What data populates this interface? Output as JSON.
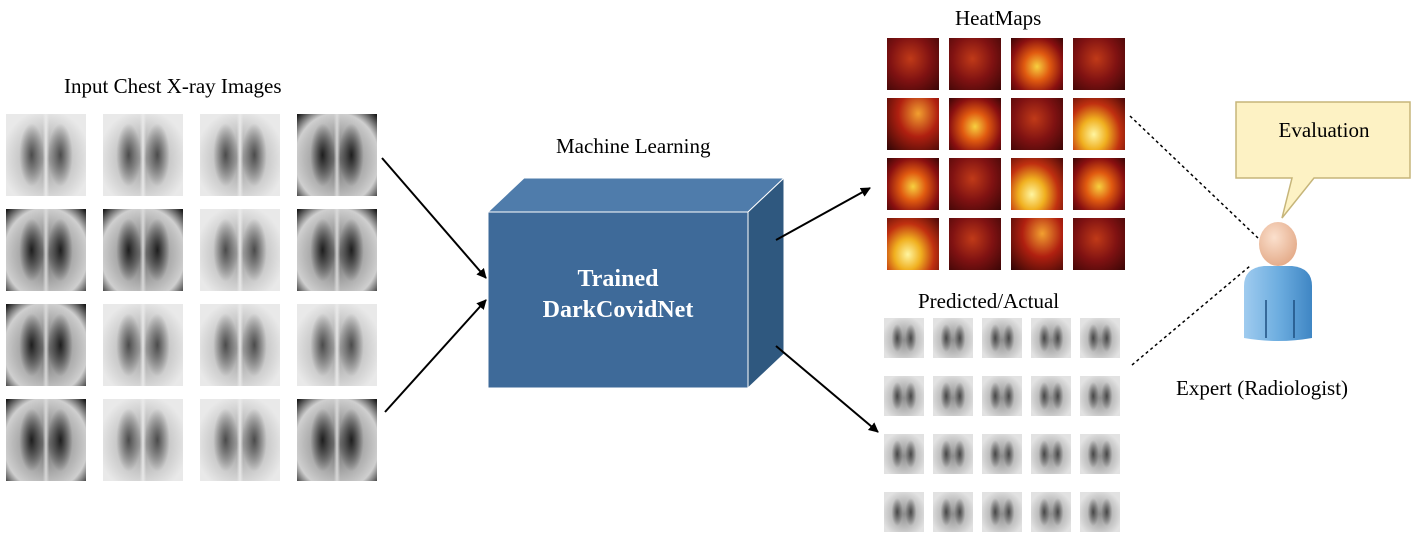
{
  "labels": {
    "input": "Input Chest X-ray Images",
    "ml": "Machine Learning",
    "model_line1": "Trained",
    "model_line2": "DarkCovidNet",
    "heatmaps": "HeatMaps",
    "predicted": "Predicted/Actual",
    "evaluation": "Evaluation",
    "expert": "Expert (Radiologist)"
  },
  "colors": {
    "box_front": "#3e6a99",
    "box_top": "#4f7cab",
    "box_side": "#2f587f",
    "callout_fill": "#fdf2c4",
    "callout_border": "#c6b57a",
    "person_body": "#6eaee0",
    "person_head": "#f1c7a8"
  },
  "icons": {
    "expert": "person-icon",
    "callout": "speech-bubble-icon"
  }
}
